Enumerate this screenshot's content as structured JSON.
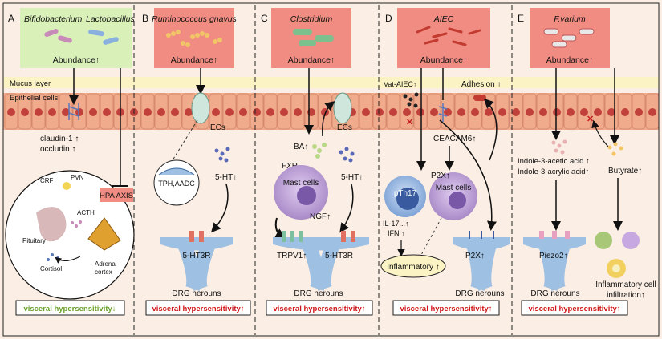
{
  "panels": [
    {
      "letter": "A",
      "bacteria": [
        "Bifidobacterium",
        "Lactobacillus"
      ],
      "abundance": "Abundance↑",
      "outcome": "visceral hypersensitivity↓",
      "outcome_color": "#6aa12a"
    },
    {
      "letter": "B",
      "bacteria": [
        "Ruminococcus gnavus"
      ],
      "abundance": "Abundance↑",
      "outcome": "visceral hypersensitivity↑",
      "outcome_color": "#d01818"
    },
    {
      "letter": "C",
      "bacteria": [
        "Clostridium"
      ],
      "abundance": "Abundance↑",
      "outcome": "visceral hypersensitivity↑",
      "outcome_color": "#d01818"
    },
    {
      "letter": "D",
      "bacteria": [
        "AIEC"
      ],
      "abundance": "Abundance↑",
      "outcome": "visceral hypersensitivity↑",
      "outcome_color": "#d01818"
    },
    {
      "letter": "E",
      "bacteria": [
        "F.varium"
      ],
      "abundance": "Abundance↑",
      "outcome": "visceral hypersensitivity↑",
      "outcome_color": "#d01818"
    }
  ],
  "layers": {
    "mucus": "Mucus layer",
    "epithelial": "Epithelial cells"
  },
  "panel_a": {
    "claudin": "claudin-1 ↑",
    "occludin": "occludin ↑",
    "hpa": "HPA AXIS",
    "crf": "CRF",
    "pvn": "PVN",
    "acth": "ACTH",
    "pituitary": "Pituitary",
    "adrenal": "Adrenal\ncortex",
    "cortisol": "Cortisol"
  },
  "panel_b": {
    "ecs": "ECs",
    "tph": "TPH,AADC",
    "ht": "5-HT↑",
    "receptor": "5-HT3R",
    "drg": "DRG nerouns"
  },
  "panel_c": {
    "ecs": "ECs",
    "ba": "BA↑",
    "fxr": "FXR",
    "mast": "Mast cells",
    "ngf": "NGF↑",
    "ht": "5-HT↑",
    "trpv": "TRPV1↑",
    "receptor": "5-HT3R",
    "drg": "DRG nerouns"
  },
  "panel_d": {
    "vat": "Vat-AIEC↑",
    "adhesion": "Adhesion ↑",
    "ceacam": "CEACAM6↑",
    "p2x_mast": "P2X↑",
    "pth17": "pTh17",
    "mast": "Mast cells",
    "il": "IL-17...↑",
    "ifn": "IFN ↑",
    "inflammatory": "Inflammatory ↑",
    "p2x": "P2X↑",
    "drg": "DRG nerouns"
  },
  "panel_e": {
    "indole1": "Indole-3-acetic acid ↑",
    "indole2": "Indole-3-acrylic acid↑",
    "butyrate": "Butyrate↑",
    "piezo": "Piezo2↑",
    "drg": "DRG nerouns",
    "infl1": "Inflammatory cell",
    "infl2": "infiltration↑"
  },
  "colors": {
    "panel_a_box": "#d9f0b8",
    "other_box": "#f08c82",
    "epithelium": "#f0aa8c",
    "nucleus": "#c2403c",
    "mucus": "#fbf3c4",
    "neuron": "#9ec0e2",
    "mast": "#b89ad4"
  }
}
